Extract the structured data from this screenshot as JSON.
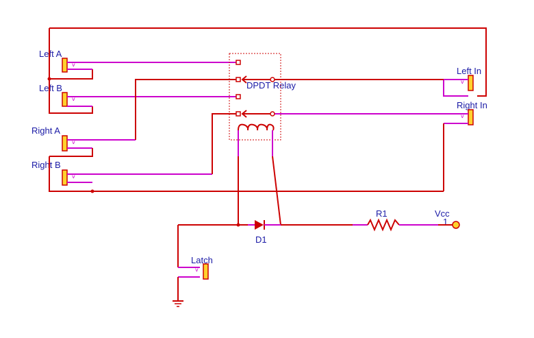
{
  "schematic": {
    "labels": {
      "left_a": "Left A",
      "left_b": "Left B",
      "right_a": "Right A",
      "right_b": "Right B",
      "left_in": "Left In",
      "right_in": "Right In",
      "relay": "DPDT Relay",
      "diode": "D1",
      "resistor": "R1",
      "vcc": "Vcc",
      "vcc_pin": "1",
      "latch": "Latch"
    },
    "colors": {
      "wire": "#cc0000",
      "pin": "#cc00cc",
      "connector_fill": "#ffd22e",
      "label": "#1a1aa6",
      "relay_box": "#cc0000"
    }
  }
}
